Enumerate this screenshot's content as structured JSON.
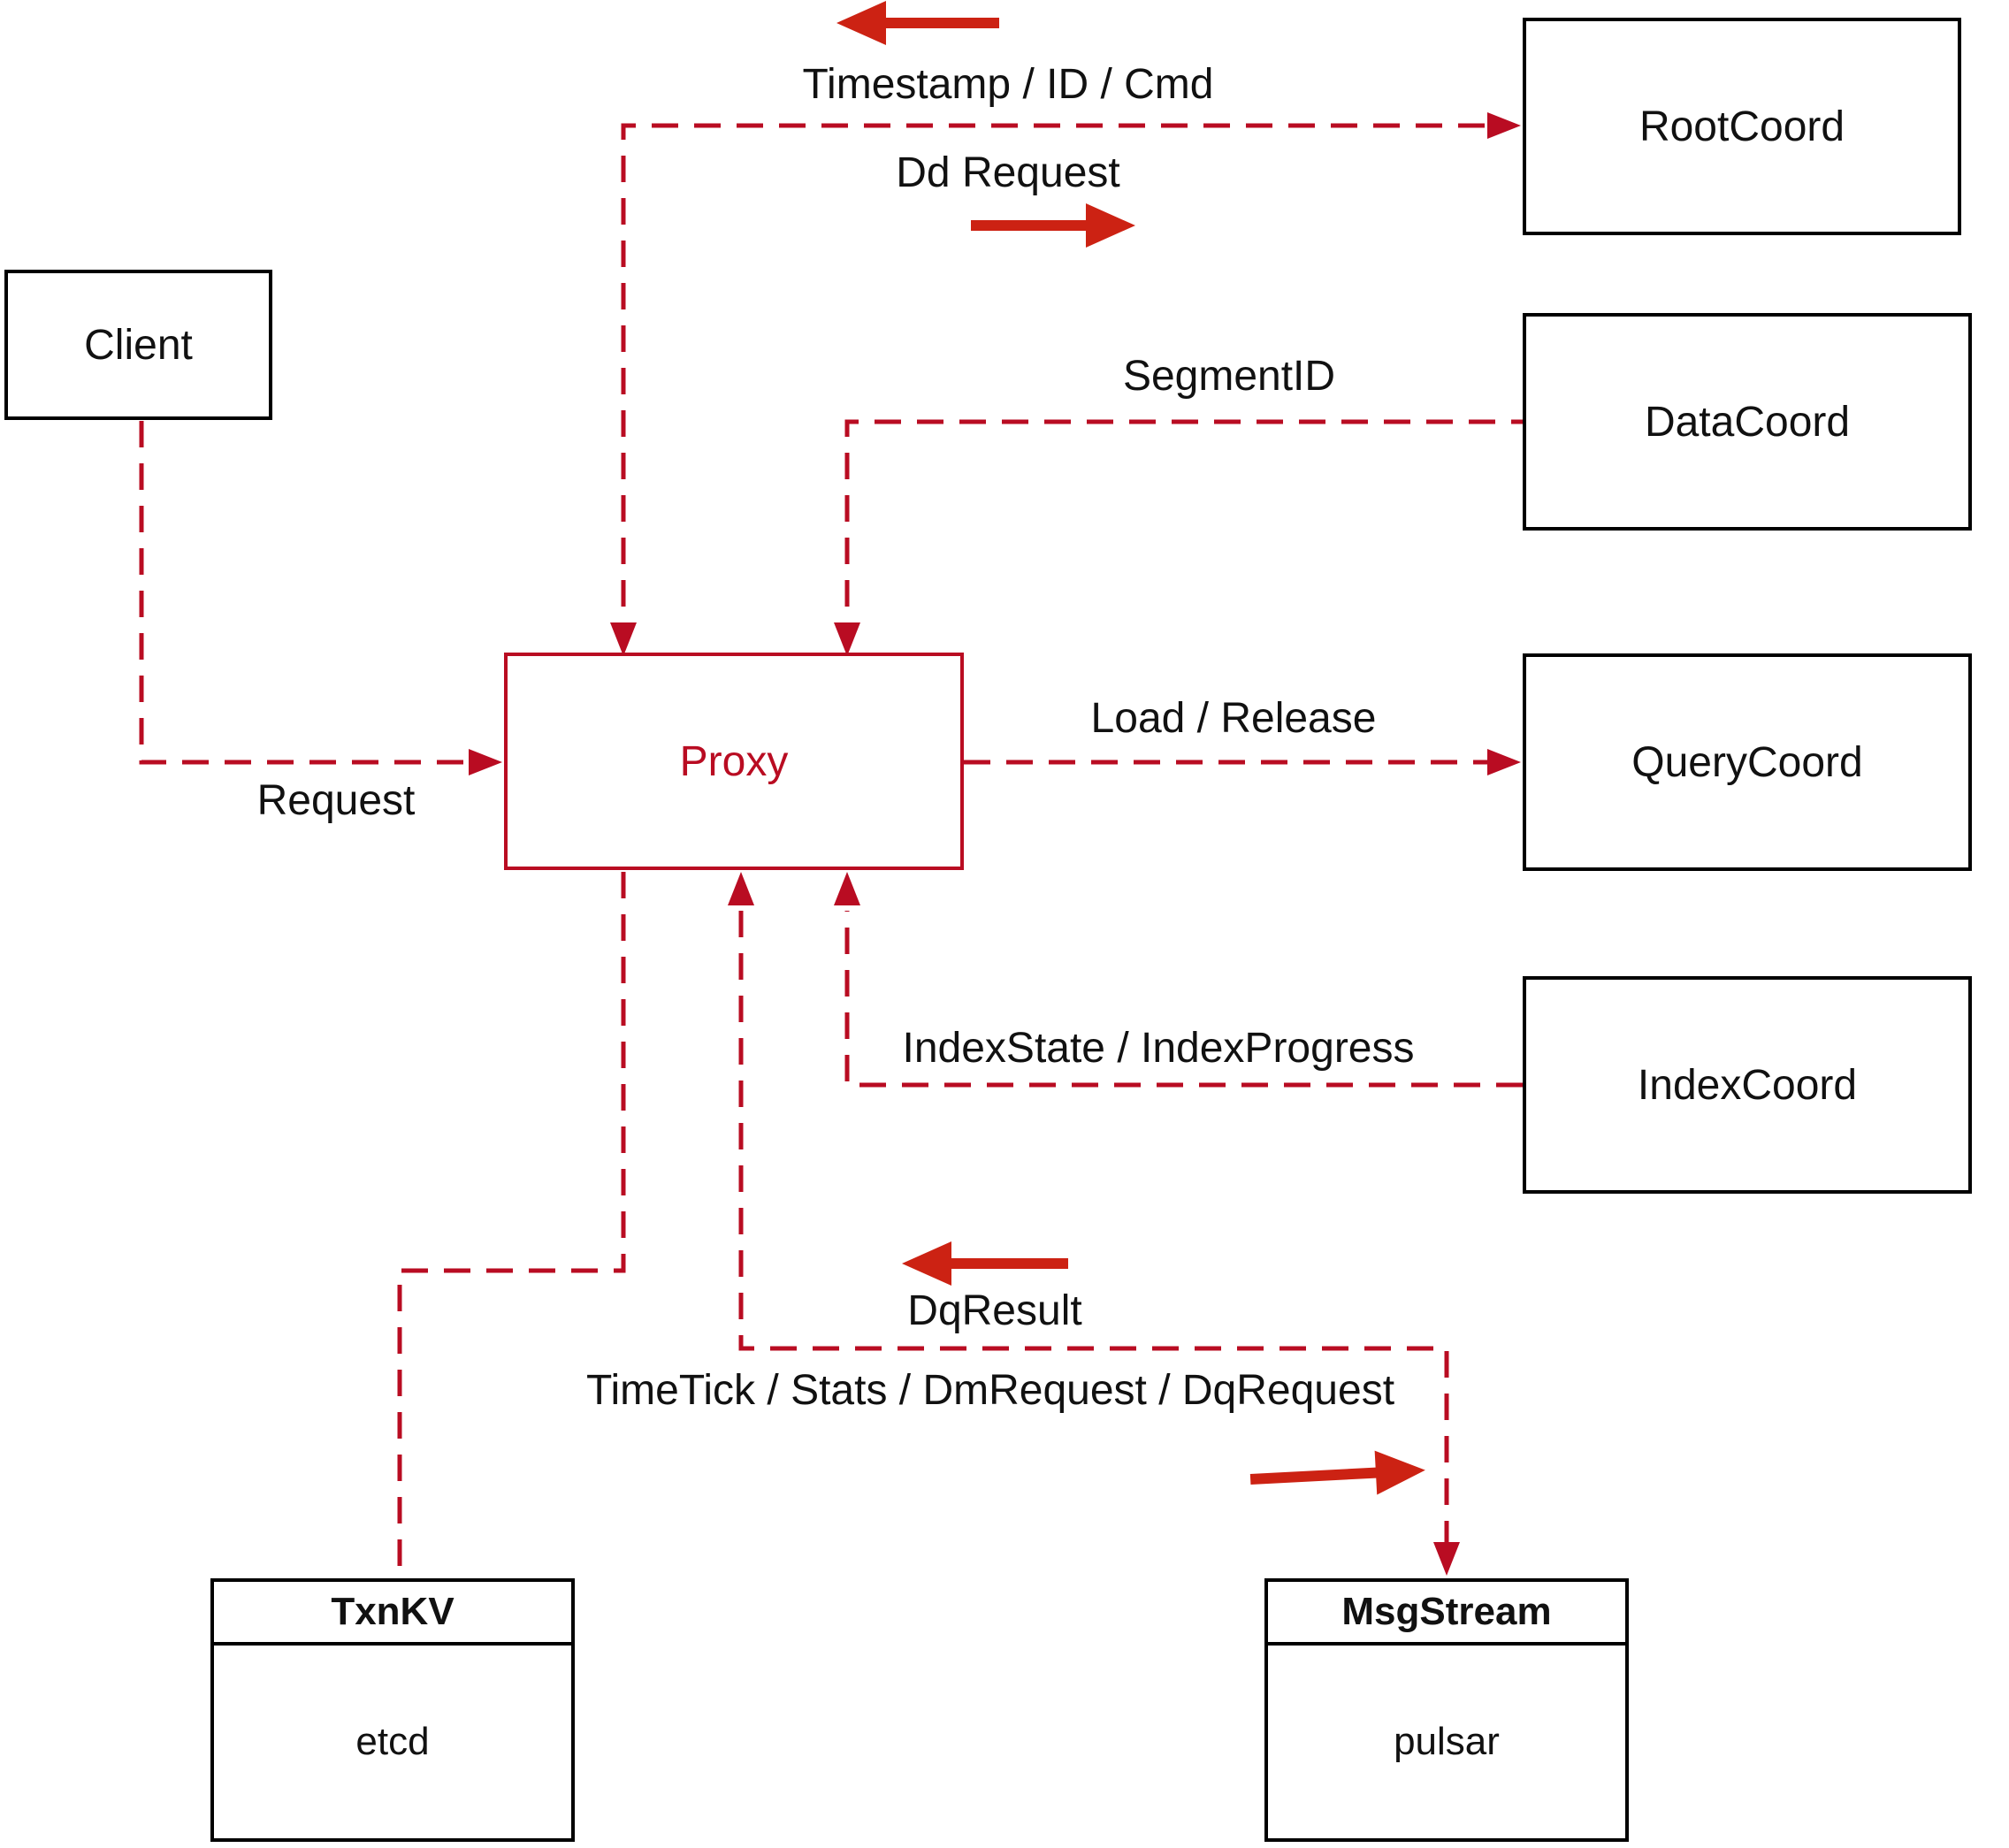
{
  "diagram": {
    "nodes": {
      "client": {
        "label": "Client"
      },
      "root_coord": {
        "label": "RootCoord"
      },
      "data_coord": {
        "label": "DataCoord"
      },
      "query_coord": {
        "label": "QueryCoord"
      },
      "index_coord": {
        "label": "IndexCoord"
      },
      "proxy": {
        "label": "Proxy"
      },
      "txn_kv": {
        "label": "TxnKV",
        "implementation": "etcd"
      },
      "msg_stream": {
        "label": "MsgStream",
        "implementation": "pulsar"
      }
    },
    "edge_labels": {
      "timestamp_id_cmd": "Timestamp / ID / Cmd",
      "dd_request": "Dd Request",
      "segment_id": "SegmentID",
      "request": "Request",
      "load_release": "Load / Release",
      "index_state": "IndexState / IndexProgress",
      "dq_result": "DqResult",
      "time_tick": "TimeTick / Stats / DmRequest / DqRequest"
    },
    "colors": {
      "dashed_line": "#b90c22",
      "solid_arrow": "#cc2213",
      "proxy_accent": "#b90c22",
      "box_border": "#000000",
      "text": "#111111",
      "background": "#ffffff"
    }
  }
}
